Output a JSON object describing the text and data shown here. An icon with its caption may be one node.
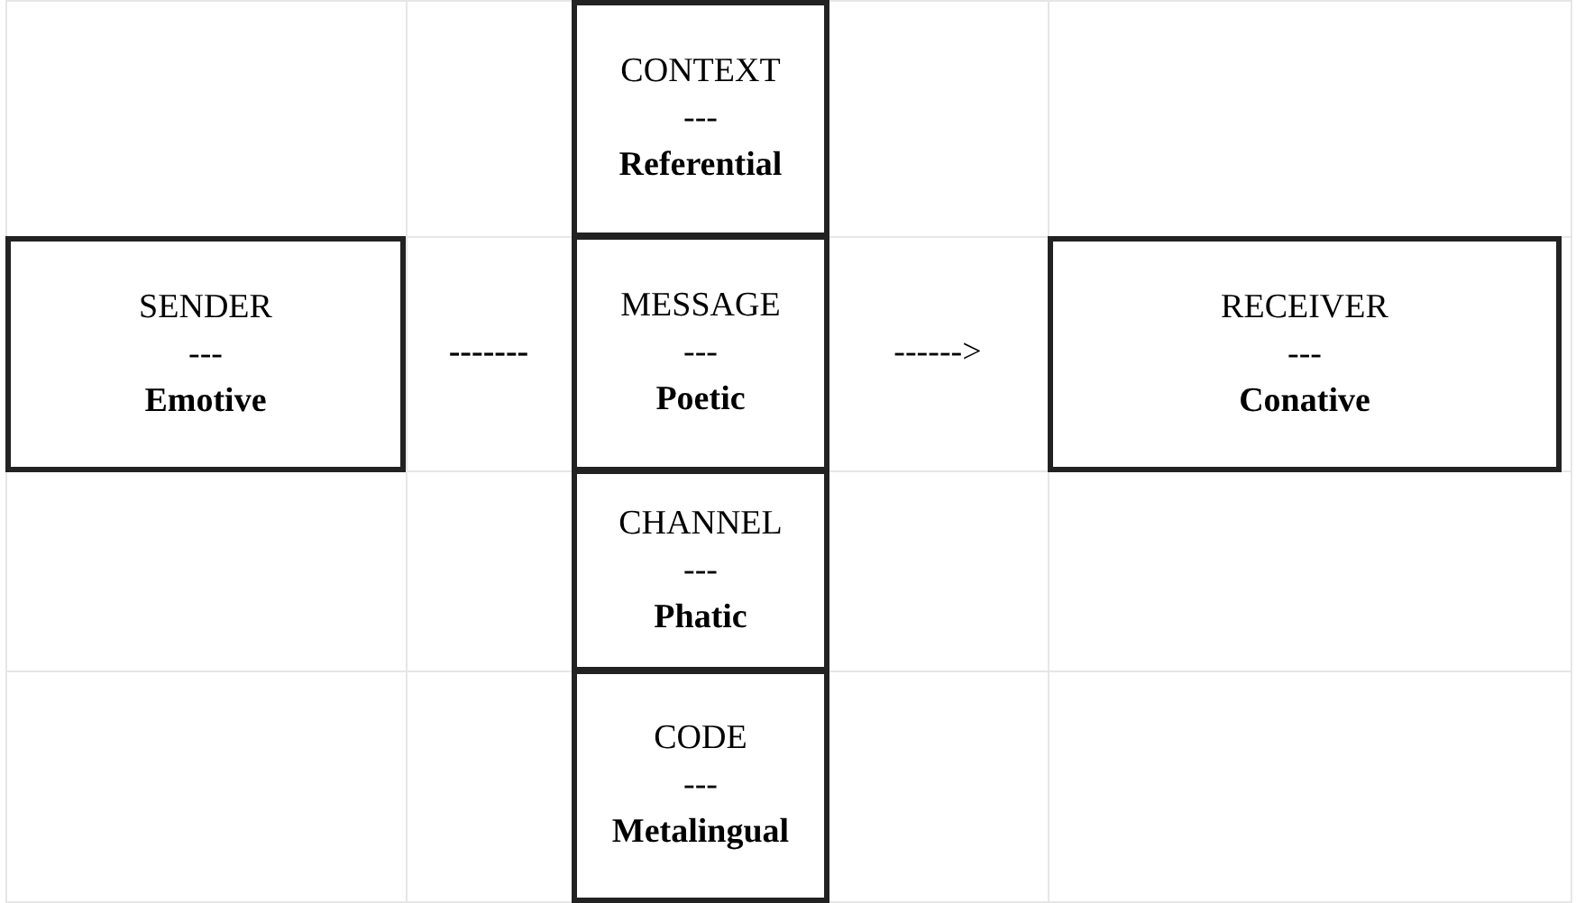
{
  "diagram": {
    "nodes": [
      {
        "text": [
          "SENDER",
          "---",
          "Emotive"
        ]
      },
      {
        "text": [
          "CONTEXT",
          "---",
          "Referential"
        ]
      },
      {
        "text": [
          "MESSAGE",
          "---",
          "Poetic"
        ]
      },
      {
        "text": [
          "CHANNEL",
          "---",
          "Phatic"
        ]
      },
      {
        "text": [
          "CODE",
          "---",
          "Metalingual"
        ]
      },
      {
        "text": [
          "RECEIVER",
          "---",
          "Conative"
        ]
      }
    ],
    "labels": [
      "-------",
      "------>"
    ]
  }
}
